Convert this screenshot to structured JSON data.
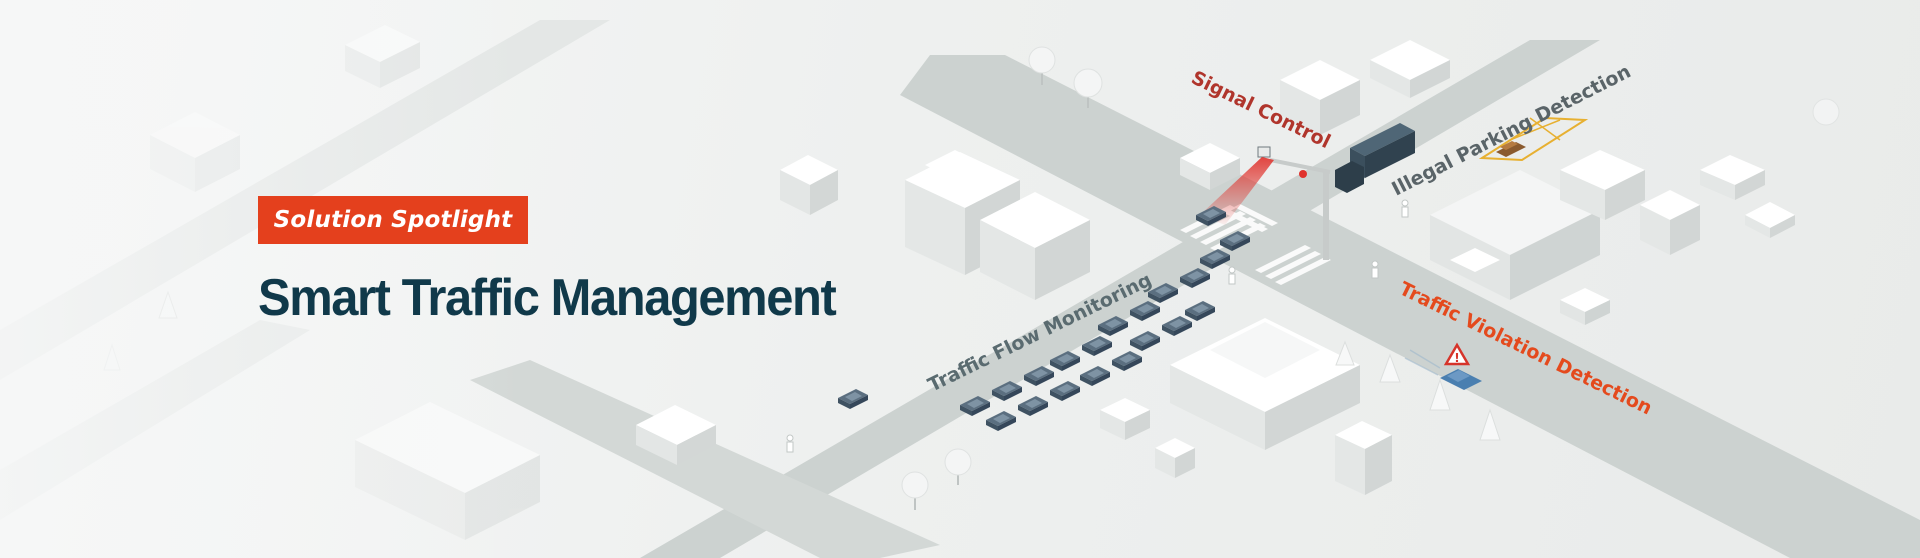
{
  "badge": {
    "label": "Solution Spotlight"
  },
  "title": "Smart Traffic Management",
  "labels": {
    "signal_control": "Signal Control",
    "illegal_parking": "Illegal Parking Detection",
    "traffic_flow": "Traffic Flow Monitoring",
    "traffic_violation": "Traffic Violation Detection"
  },
  "colors": {
    "badge_bg": "#e4401d",
    "title_text": "#10394a",
    "signal_label": "#b0352c",
    "parking_label": "#5a6468",
    "flow_label": "#5a6b70",
    "violation_label": "#e44a1d",
    "road": "#c9cfcd",
    "car": "#5b6f80"
  },
  "icons": [
    "traffic-camera-icon",
    "warning-triangle-icon",
    "parking-zone-icon"
  ]
}
